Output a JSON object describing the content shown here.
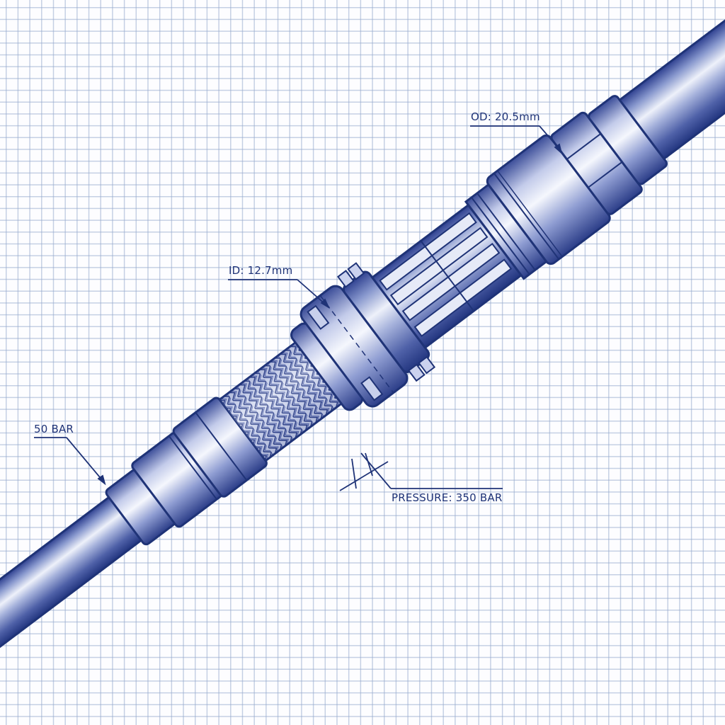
{
  "diagram": {
    "subject": "Hydraulic hose coupling assembly (blueprint sketch)",
    "style": "blue ink technical illustration on graph paper",
    "colors": {
      "ink": "#1f3377",
      "metal_dark": "#2d3f8f",
      "metal_mid": "#7d8cc4",
      "metal_light": "#e4e8f6",
      "grid": "#96aacd",
      "paper": "#fdfdff"
    },
    "components": [
      "steel pipe (lower left)",
      "stepped ferrule sleeve",
      "braided hose section",
      "swivel nut collar",
      "gear-tooth coupling ring",
      "splined rod cage",
      "grooved sleeve",
      "knurled end nut",
      "steel pipe (upper right)"
    ]
  },
  "annotations": {
    "od": {
      "text": "OD: 20.5mm"
    },
    "id": {
      "text": "ID: 12.7mm"
    },
    "low_pressure": {
      "text": "50 BAR"
    },
    "pressure": {
      "text": "PRESSURE: 350 BAR"
    }
  }
}
